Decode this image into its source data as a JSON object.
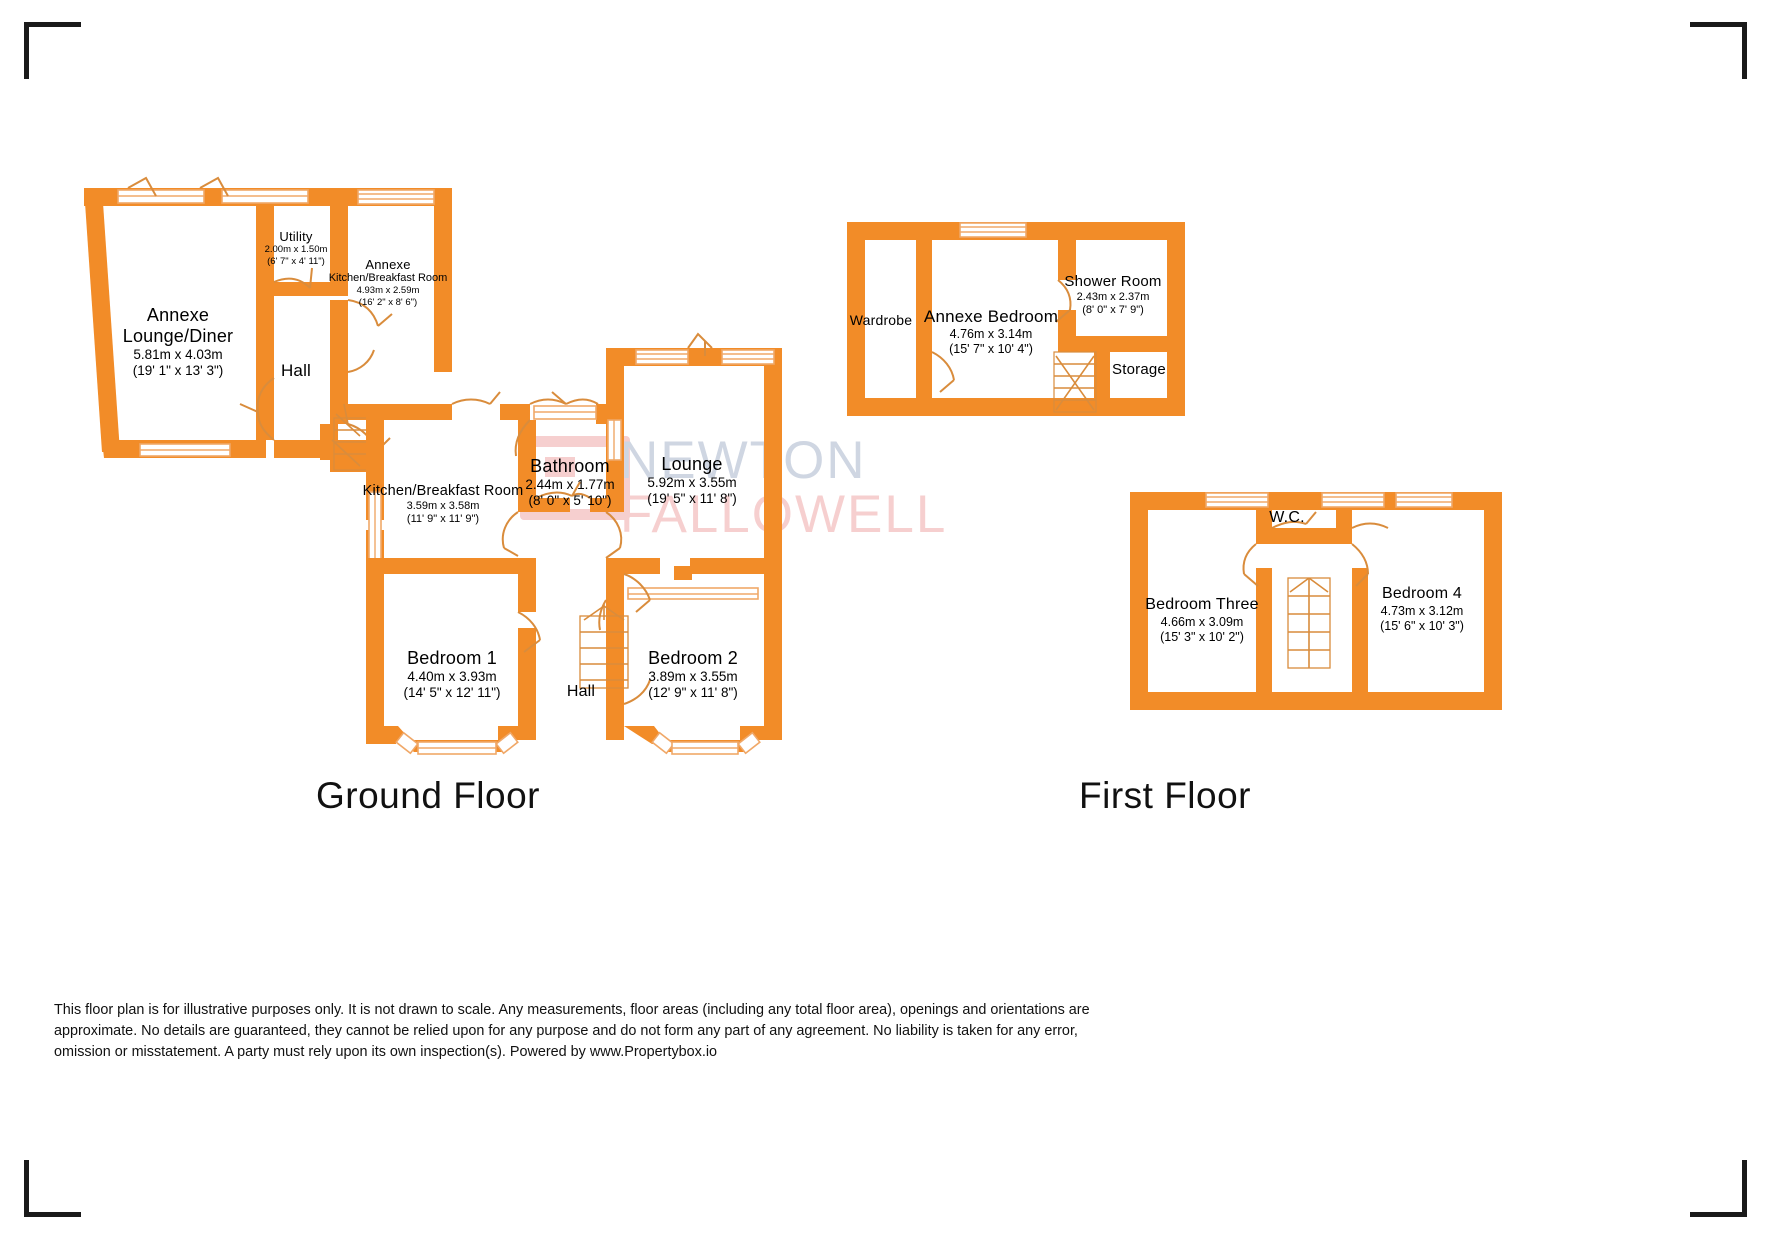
{
  "document": {
    "type": "property-floor-plan",
    "brand": {
      "word1": "NEWTON",
      "word2": "FALLOWELL",
      "color1": "#cfd6e2",
      "color2": "#f6cfcf"
    },
    "wall_color": "#F28C28",
    "disclaimer": "This floor plan is for illustrative purposes only. It is not drawn to scale. Any measurements, floor areas (including any total floor area), openings and orientations are approximate. No details are guaranteed, they cannot be relied upon for any purpose and do not form any part of any agreement. No liability is taken for any error, omission or misstatement. A party must rely upon its own inspection(s). Powered by www.Propertybox.io"
  },
  "floors": [
    {
      "id": "ground",
      "title": "Ground Floor",
      "rooms": [
        {
          "id": "annexe-lounge-diner",
          "name": "Annexe\nLounge/Diner",
          "name_line1": "Annexe",
          "name_line2": "Lounge/Diner",
          "metric": "5.81m x 4.03m",
          "imperial": "(19' 1\" x 13' 3\")"
        },
        {
          "id": "utility",
          "name": "Utility",
          "metric": "2.00m x 1.50m",
          "imperial": "(6' 7\" x 4' 11\")"
        },
        {
          "id": "annexe-kitchen-breakfast",
          "name_line1": "Annexe",
          "name_line2": "Kitchen/Breakfast Room",
          "metric": "4.93m x 2.59m",
          "imperial": "(16' 2\" x 8' 6\")"
        },
        {
          "id": "hall-annexe",
          "name": "Hall",
          "metric": "",
          "imperial": ""
        },
        {
          "id": "kitchen-breakfast",
          "name": "Kitchen/Breakfast Room",
          "metric": "3.59m x 3.58m",
          "imperial": "(11' 9\" x 11' 9\")"
        },
        {
          "id": "bathroom",
          "name": "Bathroom",
          "metric": "2.44m x 1.77m",
          "imperial": "(8' 0\" x 5' 10\")"
        },
        {
          "id": "lounge",
          "name": "Lounge",
          "metric": "5.92m x 3.55m",
          "imperial": "(19' 5\" x 11' 8\")"
        },
        {
          "id": "bedroom-1",
          "name": "Bedroom 1",
          "metric": "4.40m x 3.93m",
          "imperial": "(14' 5\" x 12' 11\")"
        },
        {
          "id": "bedroom-2",
          "name": "Bedroom 2",
          "metric": "3.89m x 3.55m",
          "imperial": "(12' 9\" x 11' 8\")"
        },
        {
          "id": "hall-main",
          "name": "Hall",
          "metric": "",
          "imperial": ""
        }
      ]
    },
    {
      "id": "first",
      "title": "First Floor",
      "rooms": [
        {
          "id": "wardrobe",
          "name": "Wardrobe",
          "metric": "",
          "imperial": ""
        },
        {
          "id": "annexe-bedroom",
          "name": "Annexe Bedroom",
          "metric": "4.76m x 3.14m",
          "imperial": "(15' 7\" x 10' 4\")"
        },
        {
          "id": "shower-room",
          "name": "Shower Room",
          "metric": "2.43m x 2.37m",
          "imperial": "(8' 0\" x 7' 9\")"
        },
        {
          "id": "storage",
          "name": "Storage",
          "metric": "",
          "imperial": ""
        },
        {
          "id": "wc",
          "name": "W.C.",
          "metric": "",
          "imperial": ""
        },
        {
          "id": "bedroom-three",
          "name": "Bedroom Three",
          "metric": "4.66m x 3.09m",
          "imperial": "(15' 3\" x 10' 2\")"
        },
        {
          "id": "bedroom-4",
          "name": "Bedroom 4",
          "metric": "4.73m x 3.12m",
          "imperial": "(15' 6\" x 10' 3\")"
        }
      ]
    }
  ]
}
